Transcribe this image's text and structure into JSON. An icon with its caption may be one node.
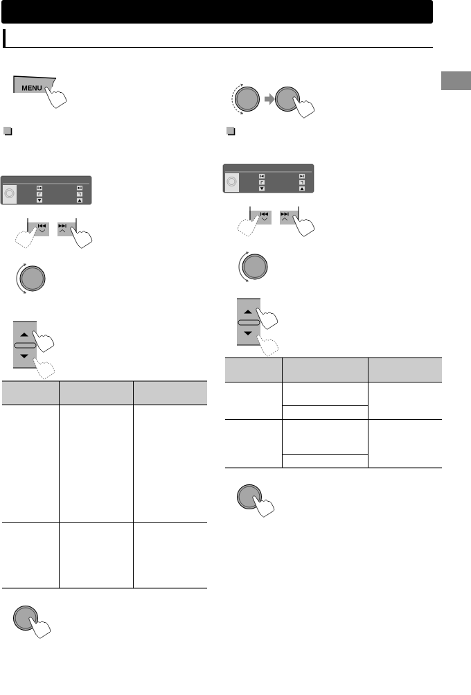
{
  "diagram": {
    "nodes": [
      {
        "text": [],
        "shape": "bar"
      },
      {
        "text": [
          "MENU"
        ]
      },
      {
        "text": [],
        "shape": "circle"
      },
      {
        "text": [],
        "shape": "circle"
      },
      {
        "text": [],
        "shape": "circle"
      },
      {
        "text": [],
        "shape": "circle"
      },
      {
        "text": [],
        "shape": "circle"
      },
      {
        "text": [],
        "shape": "circle"
      }
    ],
    "edges": [
      {
        "from": 2,
        "to": 3,
        "arrow": "to"
      }
    ]
  }
}
